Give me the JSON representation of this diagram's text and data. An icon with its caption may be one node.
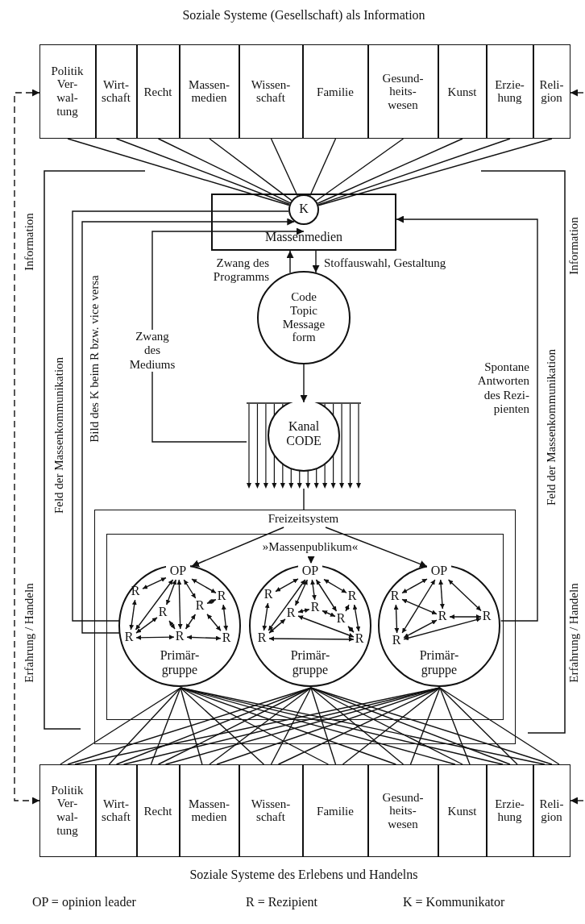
{
  "diagram": {
    "nodes": [
      {
        "text": [
          "Politik Ver- wal- tung"
        ]
      },
      {
        "text": [
          "Wirt- schaft"
        ]
      },
      {
        "text": [
          "Recht"
        ]
      },
      {
        "text": [
          "Massen- medien"
        ]
      },
      {
        "text": [
          "Wissen- schaft"
        ]
      },
      {
        "text": [
          "Familie"
        ]
      },
      {
        "text": [
          "Gesund- heits- wesen"
        ]
      },
      {
        "text": [
          "Kunst"
        ]
      },
      {
        "text": [
          "Erzie- hung"
        ]
      },
      {
        "text": [
          "Reli- gion"
        ]
      },
      {
        "text": [
          "Massenmedien"
        ]
      },
      {
        "text": [
          "K"
        ],
        "in": 10
      },
      {
        "text": [
          "Code Topic Message form"
        ]
      },
      {
        "text": [
          "Kanal CODE"
        ]
      },
      {
        "text": [],
        "shape": "box"
      },
      {
        "text": [],
        "shape": "box",
        "in": 14
      },
      {
        "text": [
          "Primär- gruppe"
        ],
        "in": 15
      },
      {
        "text": [
          "OP"
        ],
        "in": 16
      },
      {
        "text": [
          "R"
        ],
        "in": 16
      },
      {
        "text": [
          "R"
        ],
        "in": 16
      },
      {
        "text": [
          "R"
        ],
        "in": 16
      },
      {
        "text": [
          "R"
        ],
        "in": 16
      },
      {
        "text": [
          "R"
        ],
        "in": 16
      },
      {
        "text": [
          "R"
        ],
        "in": 16
      },
      {
        "text": [
          "R"
        ],
        "in": 16
      },
      {
        "text": [
          "Primär- gruppe"
        ],
        "in": 15
      },
      {
        "text": [
          "OP"
        ],
        "in": 25
      },
      {
        "text": [
          "R"
        ],
        "in": 25
      },
      {
        "text": [
          "R"
        ],
        "in": 25
      },
      {
        "text": [
          "R"
        ],
        "in": 25
      },
      {
        "text": [
          "R"
        ],
        "in": 25
      },
      {
        "text": [
          "R"
        ],
        "in": 25
      },
      {
        "text": [
          "R"
        ],
        "in": 25
      },
      {
        "text": [
          "R"
        ],
        "in": 25
      },
      {
        "text": [
          "Primär- gruppe"
        ],
        "in": 15
      },
      {
        "text": [
          "OP"
        ],
        "in": 34
      },
      {
        "text": [
          "R"
        ],
        "in": 34
      },
      {
        "text": [
          "R"
        ],
        "in": 34
      },
      {
        "text": [
          "R"
        ],
        "in": 34
      },
      {
        "text": [
          "R"
        ],
        "in": 34
      },
      {
        "text": [
          "Politik Ver- wal- tung"
        ]
      },
      {
        "text": [
          "Wirt- schaft"
        ]
      },
      {
        "text": [
          "Recht"
        ]
      },
      {
        "text": [
          "Massen- medien"
        ]
      },
      {
        "text": [
          "Wissen- schaft"
        ]
      },
      {
        "text": [
          "Familie"
        ]
      },
      {
        "text": [
          "Gesund- heits- wesen"
        ]
      },
      {
        "text": [
          "Kunst"
        ]
      },
      {
        "text": [
          "Erzie- hung"
        ]
      },
      {
        "text": [
          "Reli- gion"
        ]
      },
      {
        "text": [
          "»Massenpublikum«"
        ],
        "in": 15
      },
      {
        "text": [
          "Freizeitsystem"
        ],
        "in": 14
      }
    ],
    "edges": [
      {
        "from": 0,
        "to": 11,
        "arrow": "none"
      },
      {
        "from": 1,
        "to": 11,
        "arrow": "none"
      },
      {
        "from": 2,
        "to": 11,
        "arrow": "none"
      },
      {
        "from": 3,
        "to": 11,
        "arrow": "none"
      },
      {
        "from": 4,
        "to": 11,
        "arrow": "none"
      },
      {
        "from": 5,
        "to": 11,
        "arrow": "none"
      },
      {
        "from": 6,
        "to": 11,
        "arrow": "none"
      },
      {
        "from": 7,
        "to": 11,
        "arrow": "none"
      },
      {
        "from": 8,
        "to": 11,
        "arrow": "none"
      },
      {
        "from": 9,
        "to": 11,
        "arrow": "none"
      },
      {
        "from": 10,
        "to": 12,
        "arrow": "to"
      },
      {
        "from": 12,
        "to": 10,
        "arrow": "to"
      },
      {
        "from": 12,
        "to": 13,
        "arrow": "to"
      },
      {
        "from": 13,
        "to": 14,
        "arrow": "none"
      },
      {
        "from": 51,
        "to": 17,
        "arrow": "to"
      },
      {
        "from": 51,
        "to": 35,
        "arrow": "to"
      },
      {
        "from": 50,
        "to": 26,
        "arrow": "to",
        "style": "dashed"
      },
      {
        "from": 13,
        "to": 11,
        "arrow": "to",
        "label": "Zwang des Mediums"
      },
      {
        "from": 16,
        "to": 11,
        "arrow": "none"
      },
      {
        "from": 16,
        "to": 11,
        "arrow": "to"
      },
      {
        "from": 34,
        "to": 10,
        "arrow": "to"
      },
      {
        "from": 17,
        "to": 18,
        "arrow": "both"
      },
      {
        "from": 17,
        "to": 22,
        "arrow": "both"
      },
      {
        "from": 17,
        "to": 19,
        "arrow": "both"
      },
      {
        "from": 17,
        "to": 23,
        "arrow": "both"
      },
      {
        "from": 17,
        "to": 20,
        "arrow": "both"
      },
      {
        "from": 17,
        "to": 21,
        "arrow": "both"
      },
      {
        "from": 18,
        "to": 22,
        "arrow": "both"
      },
      {
        "from": 19,
        "to": 22,
        "arrow": "both"
      },
      {
        "from": 19,
        "to": 23,
        "arrow": "both"
      },
      {
        "from": 20,
        "to": 23,
        "arrow": "both"
      },
      {
        "from": 20,
        "to": 21,
        "arrow": "both"
      },
      {
        "from": 20,
        "to": 24,
        "arrow": "both"
      },
      {
        "from": 21,
        "to": 24,
        "arrow": "both"
      },
      {
        "from": 22,
        "to": 23,
        "arrow": "both"
      },
      {
        "from": 23,
        "to": 24,
        "arrow": "both"
      },
      {
        "from": 26,
        "to": 27,
        "arrow": "both"
      },
      {
        "from": 26,
        "to": 32,
        "arrow": "both"
      },
      {
        "from": 26,
        "to": 28,
        "arrow": "both"
      },
      {
        "from": 26,
        "to": 29,
        "arrow": "both"
      },
      {
        "from": 26,
        "to": 30,
        "arrow": "both"
      },
      {
        "from": 26,
        "to": 31,
        "arrow": "both"
      },
      {
        "from": 27,
        "to": 32,
        "arrow": "both"
      },
      {
        "from": 28,
        "to": 32,
        "arrow": "both"
      },
      {
        "from": 28,
        "to": 29,
        "arrow": "both"
      },
      {
        "from": 29,
        "to": 30,
        "arrow": "both"
      },
      {
        "from": 30,
        "to": 31,
        "arrow": "both"
      },
      {
        "from": 31,
        "to": 33,
        "arrow": "both"
      },
      {
        "from": 30,
        "to": 33,
        "arrow": "both"
      },
      {
        "from": 28,
        "to": 33,
        "arrow": "both"
      },
      {
        "from": 32,
        "to": 33,
        "arrow": "both"
      },
      {
        "from": 35,
        "to": 36,
        "arrow": "both"
      },
      {
        "from": 35,
        "to": 39,
        "arrow": "both"
      },
      {
        "from": 35,
        "to": 37,
        "arrow": "both"
      },
      {
        "from": 35,
        "to": 38,
        "arrow": "both"
      },
      {
        "from": 36,
        "to": 39,
        "arrow": "both"
      },
      {
        "from": 36,
        "to": 37,
        "arrow": "both"
      },
      {
        "from": 37,
        "to": 38,
        "arrow": "both"
      },
      {
        "from": 37,
        "to": 39,
        "arrow": "both"
      },
      {
        "from": 39,
        "to": 38,
        "arrow": "both"
      },
      {
        "from": 16,
        "to": 40,
        "arrow": "none"
      },
      {
        "from": 16,
        "to": 41,
        "arrow": "none"
      },
      {
        "from": 16,
        "to": 42,
        "arrow": "none"
      },
      {
        "from": 16,
        "to": 43,
        "arrow": "none"
      },
      {
        "from": 16,
        "to": 44,
        "arrow": "none"
      },
      {
        "from": 16,
        "to": 45,
        "arrow": "none"
      },
      {
        "from": 16,
        "to": 46,
        "arrow": "none"
      },
      {
        "from": 16,
        "to": 47,
        "arrow": "none"
      },
      {
        "from": 16,
        "to": 48,
        "arrow": "none"
      },
      {
        "from": 16,
        "to": 49,
        "arrow": "none"
      },
      {
        "from": 25,
        "to": 40,
        "arrow": "none"
      },
      {
        "from": 25,
        "to": 41,
        "arrow": "none"
      },
      {
        "from": 25,
        "to": 42,
        "arrow": "none"
      },
      {
        "from": 25,
        "to": 43,
        "arrow": "none"
      },
      {
        "from": 25,
        "to": 44,
        "arrow": "none"
      },
      {
        "from": 25,
        "to": 45,
        "arrow": "none"
      },
      {
        "from": 25,
        "to": 46,
        "arrow": "none"
      },
      {
        "from": 25,
        "to": 47,
        "arrow": "none"
      },
      {
        "from": 25,
        "to": 48,
        "arrow": "none"
      },
      {
        "from": 25,
        "to": 49,
        "arrow": "none"
      },
      {
        "from": 34,
        "to": 40,
        "arrow": "none"
      },
      {
        "from": 34,
        "to": 41,
        "arrow": "none"
      },
      {
        "from": 34,
        "to": 42,
        "arrow": "none"
      },
      {
        "from": 34,
        "to": 43,
        "arrow": "none"
      },
      {
        "from": 34,
        "to": 44,
        "arrow": "none"
      },
      {
        "from": 34,
        "to": 45,
        "arrow": "none"
      },
      {
        "from": 34,
        "to": 46,
        "arrow": "none"
      },
      {
        "from": 34,
        "to": 47,
        "arrow": "none"
      },
      {
        "from": 34,
        "to": 48,
        "arrow": "none"
      },
      {
        "from": 34,
        "to": 49,
        "arrow": "none"
      },
      {
        "from": 40,
        "to": 0,
        "arrow": "both",
        "style": "dashed"
      },
      {
        "from": null,
        "to": 9,
        "arrow": "to"
      },
      {
        "from": null,
        "to": 49,
        "arrow": "to"
      }
    ],
    "labels": [
      "Soziale Systeme (Gesellschaft) als Information",
      "Information",
      "Information",
      "Feld der Massenkommunikation",
      "Bild des K beim R bzw. vice versa",
      "Zwang des Programms",
      "Stoffauswahl, Gestaltung",
      "Spontane Antworten des Rezi- pienten",
      "Feld der Massenkommunikation",
      "Erfahrung / Handeln",
      "Erfahrung / Handeln",
      "Soziale Systeme des Erlebens und Handelns",
      "OP = opinion leader",
      "R = Rezipient",
      "K = Kommunikator"
    ]
  }
}
